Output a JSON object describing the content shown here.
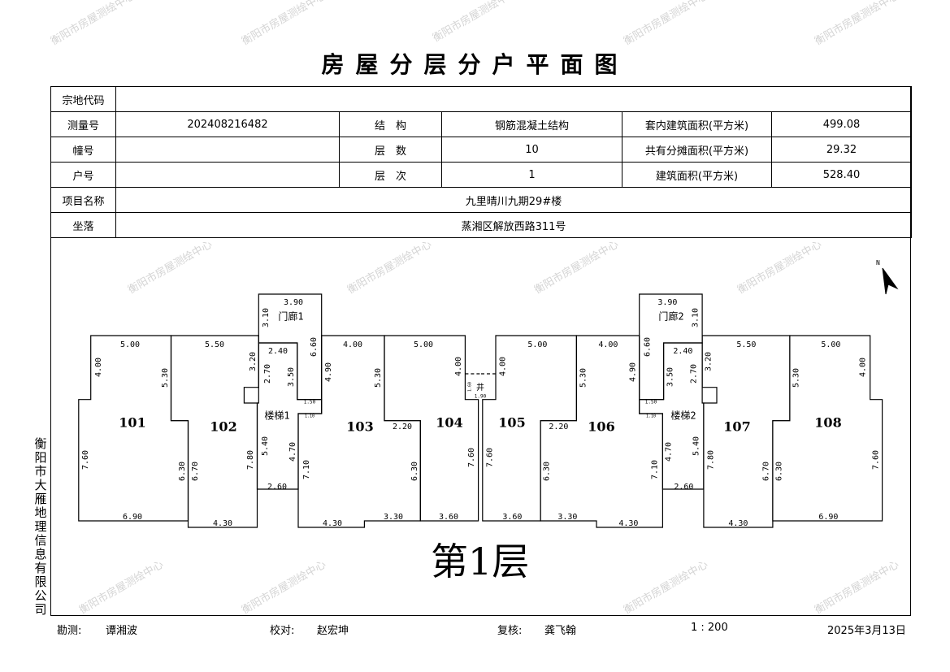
{
  "title": "房屋分层分户平面图",
  "watermark": "衡阳市房屋测绘中心",
  "info": {
    "parcel_code_label": "宗地代码",
    "parcel_code": "",
    "survey_no_label": "测量号",
    "survey_no": "202408216482",
    "structure_label": "结　构",
    "structure": "钢筋混凝土结构",
    "inner_area_label": "套内建筑面积(平方米)",
    "inner_area": "499.08",
    "building_no_label": "幢号",
    "building_no": "",
    "floors_label": "层　数",
    "floors": "10",
    "shared_area_label": "共有分摊面积(平方米)",
    "shared_area": "29.32",
    "unit_no_label": "户号",
    "unit_no": "",
    "floor_label": "层　次",
    "floor": "1",
    "building_area_label": "建筑面积(平方米)",
    "building_area": "528.40",
    "project_label": "项目名称",
    "project": "九里晴川九期29#楼",
    "location_label": "坐落",
    "location": "蒸湘区解放西路311号"
  },
  "plan": {
    "floor_title": "第1层",
    "units": [
      "101",
      "102",
      "103",
      "104",
      "105",
      "106",
      "107",
      "108"
    ],
    "stairs": [
      "楼梯1",
      "楼梯2"
    ],
    "porches": [
      "门廊1",
      "门廊2"
    ],
    "shaft": "井",
    "dims": [
      "3.90",
      "3.10",
      "5.00",
      "5.50",
      "4.00",
      "5.30",
      "3.20",
      "2.40",
      "2.70",
      "3.50",
      "6.60",
      "4.00",
      "5.00",
      "4.90",
      "5.30",
      "4.00",
      "7.60",
      "6.30",
      "6.70",
      "7.80",
      "5.40",
      "4.70",
      "2.60",
      "7.10",
      "2.20",
      "6.30",
      "7.60",
      "6.90",
      "4.30",
      "4.30",
      "3.30",
      "3.60",
      "1.50",
      "1.10"
    ],
    "shaft_dims": [
      "1.90",
      "1.60"
    ]
  },
  "company": "衡阳市大雁地理信息有限公司",
  "footer": {
    "surveyor_label": "勘测:",
    "surveyor": "谭湘波",
    "checker_label": "校对:",
    "checker": "赵宏坤",
    "reviewer_label": "复核:",
    "reviewer": "龚飞翰",
    "scale": "1 : 200",
    "date": "2025年3月13日"
  }
}
